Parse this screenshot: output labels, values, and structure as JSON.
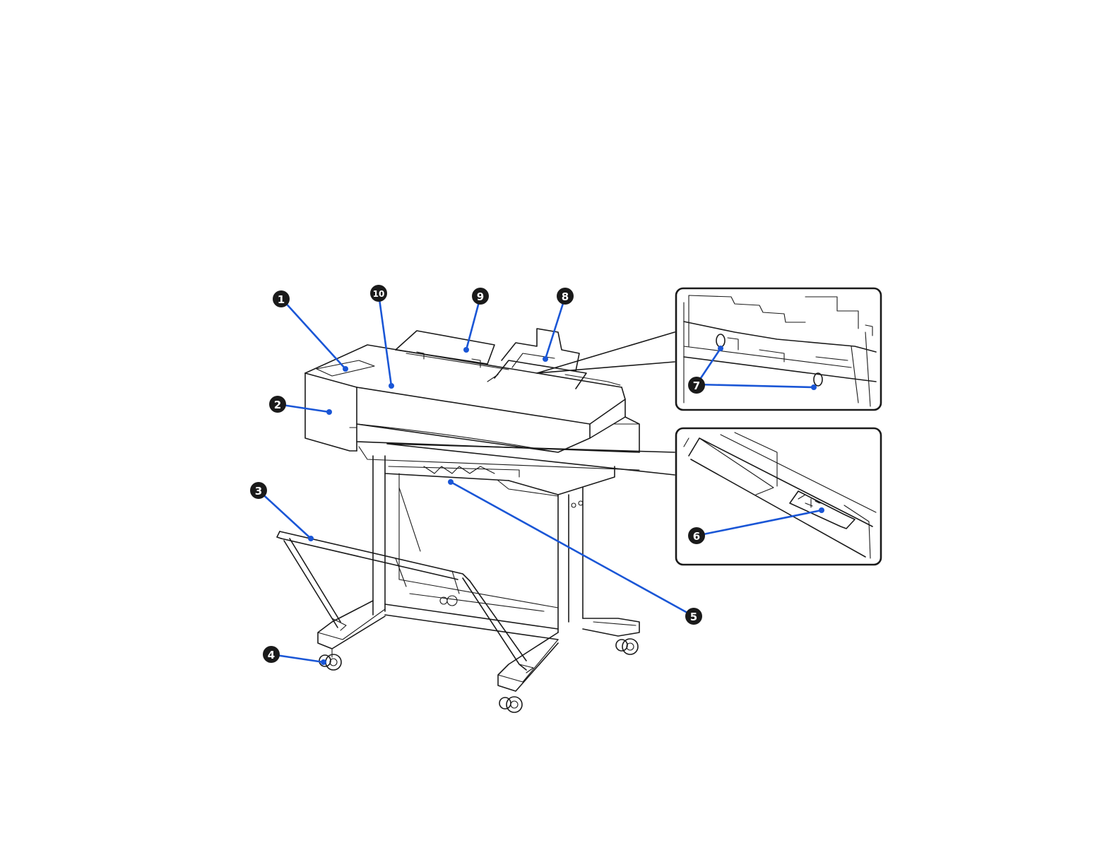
{
  "figure": {
    "subject_icon": "large-format-printer-on-stand",
    "colors": {
      "leader": "#1a56d6",
      "badge": "#1a1a1a",
      "badge_text": "#ffffff",
      "line": "#1a1a1a"
    }
  },
  "callouts": [
    {
      "id": 1,
      "label": "1"
    },
    {
      "id": 2,
      "label": "2"
    },
    {
      "id": 3,
      "label": "3"
    },
    {
      "id": 4,
      "label": "4"
    },
    {
      "id": 5,
      "label": "5"
    },
    {
      "id": 6,
      "label": "6"
    },
    {
      "id": 7,
      "label": "7"
    },
    {
      "id": 8,
      "label": "8"
    },
    {
      "id": 9,
      "label": "9"
    },
    {
      "id": 10,
      "label": "10"
    }
  ],
  "insets": [
    {
      "name": "paper-guides-detail",
      "shows_callout": 7
    },
    {
      "name": "cutter-detail",
      "shows_callout": 6
    }
  ]
}
